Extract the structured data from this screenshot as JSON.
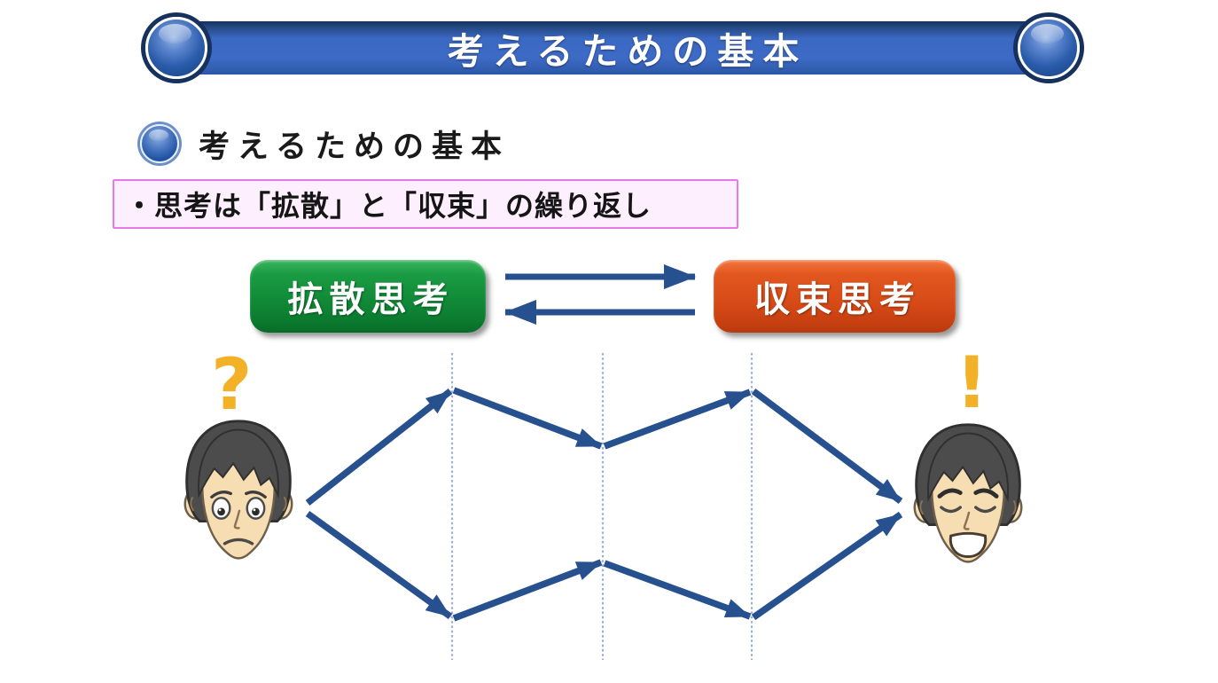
{
  "slide": {
    "title": "考えるための基本",
    "heading": "考えるための基本",
    "note": "・思考は「拡散」と「収束」の繰り返し",
    "divergent_label": "拡散思考",
    "convergent_label": "収束思考",
    "question_symbol": "?",
    "exclamation_symbol": "!"
  },
  "colors": {
    "title_bar_blue": "#3a68c2",
    "title_bar_dark": "#16315e",
    "arrow_blue": "#27508f",
    "divergent_green": "#118a38",
    "convergent_orange": "#d84c18",
    "note_border_pink": "#e87ae8",
    "note_bg_pink": "#fdeffd",
    "symbol_yellow": "#f2b126",
    "guide_line_blue": "#9ab0d6"
  }
}
